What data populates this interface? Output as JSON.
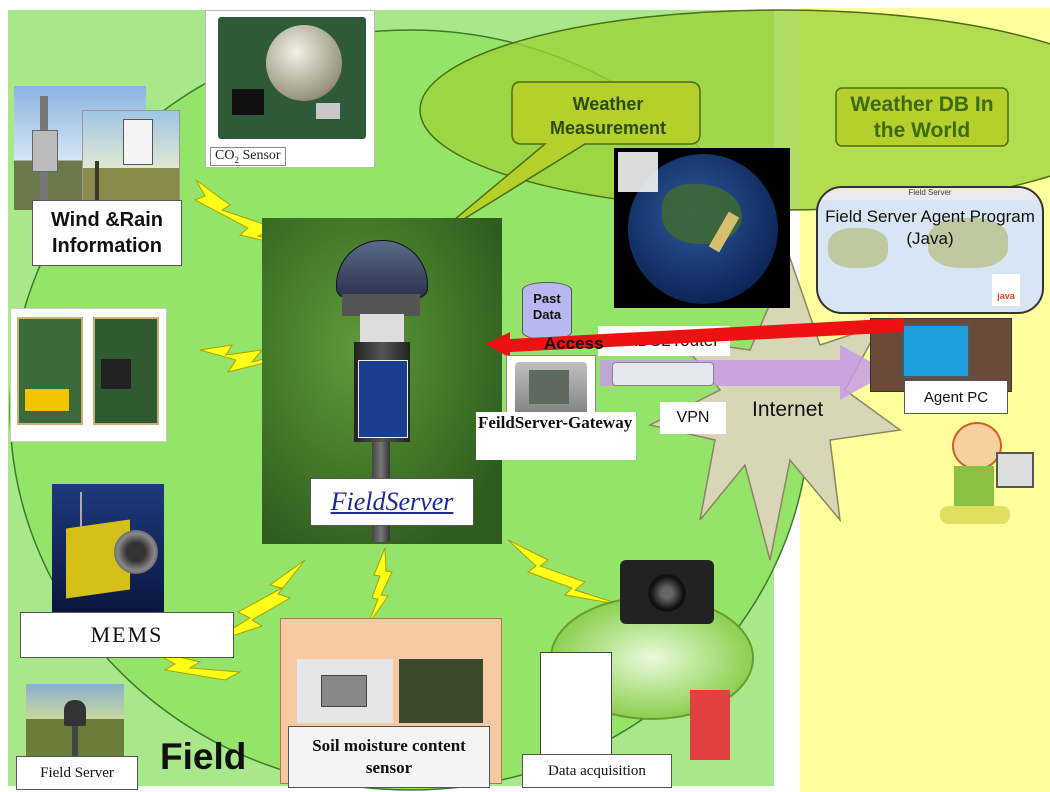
{
  "labels": {
    "co2_sensor_prefix": "CO",
    "co2_sensor_sub": "2",
    "co2_sensor_suffix": " Sensor",
    "wind_rain": "Wind &Rain Information",
    "weather_measurement": "Weather Measurement",
    "weather_db": "Weather DB In the World",
    "field_server_agent": "Field Server Agent Program (Java)",
    "java_logo": "java",
    "past_data": "Past Data",
    "access": "Access",
    "adsl_router": "ADSL router",
    "gateway": "FeildServer-Gateway",
    "vpn": "VPN",
    "internet": "Internet",
    "agent_pc": "Agent PC",
    "fieldserver_center": "FieldServer",
    "mems": "MEMS",
    "soil_moisture": "Soil moisture content sensor",
    "data_acquisition": "Data acquisition",
    "field_server_small": "Field Server",
    "field": "Field",
    "map_header": "Field Server"
  },
  "colors": {
    "field_bg": "#a8e88a",
    "world_bg": "#ffff9e",
    "weather_oval": "#9ed23a",
    "callout": "#b5cf2b",
    "lightning": "#ffff1a",
    "access_arrow": "#ee1111",
    "vpn_arrow": "#c79be8",
    "internet_star": "#d9d6b8",
    "soil_box": "#f7c9a3"
  }
}
